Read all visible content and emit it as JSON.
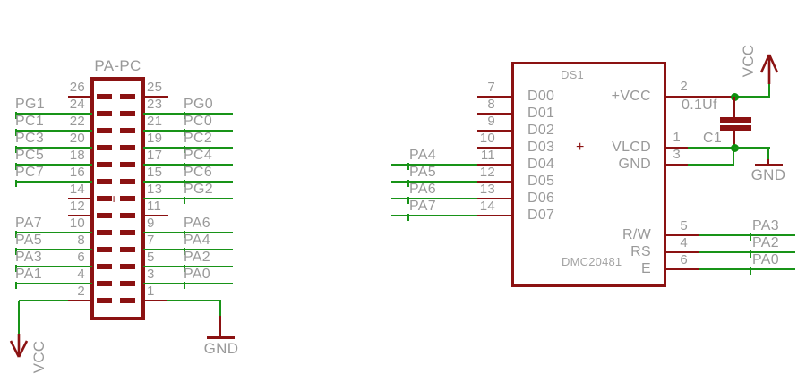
{
  "palette": {
    "component_red": "#8b1212",
    "net_green": "#189318",
    "text_gray": "#999999",
    "junction_green": "#0d8f0d"
  },
  "connector": {
    "title": "PA-PC",
    "plus_mark": "+",
    "rows": [
      {
        "ln": "26",
        "rn": "25",
        "ll": "",
        "rl": ""
      },
      {
        "ln": "24",
        "rn": "23",
        "ll": "PG1",
        "rl": "PG0"
      },
      {
        "ln": "22",
        "rn": "21",
        "ll": "PC1",
        "rl": "PC0"
      },
      {
        "ln": "20",
        "rn": "19",
        "ll": "PC3",
        "rl": "PC2"
      },
      {
        "ln": "18",
        "rn": "17",
        "ll": "PC5",
        "rl": "PC4"
      },
      {
        "ln": "16",
        "rn": "15",
        "ll": "PC7",
        "rl": "PC6"
      },
      {
        "ln": "14",
        "rn": "13",
        "ll": "",
        "rl": "PG2"
      },
      {
        "ln": "12",
        "rn": "11",
        "ll": "",
        "rl": ""
      },
      {
        "ln": "10",
        "rn": "9",
        "ll": "PA7",
        "rl": "PA6"
      },
      {
        "ln": "8",
        "rn": "7",
        "ll": "PA5",
        "rl": "PA4"
      },
      {
        "ln": "6",
        "rn": "5",
        "ll": "PA3",
        "rl": "PA2"
      },
      {
        "ln": "4",
        "rn": "3",
        "ll": "PA1",
        "rl": "PA0"
      },
      {
        "ln": "2",
        "rn": "1",
        "ll": "",
        "rl": ""
      }
    ],
    "vcc_label": "VCC",
    "gnd_label": "GND"
  },
  "ic": {
    "designator": "DS1",
    "part": "DMC20481",
    "plus_mark": "+",
    "left_pins": [
      {
        "num": "7",
        "name": "D00",
        "net": ""
      },
      {
        "num": "8",
        "name": "D01",
        "net": ""
      },
      {
        "num": "9",
        "name": "D02",
        "net": ""
      },
      {
        "num": "10",
        "name": "D03",
        "net": ""
      },
      {
        "num": "11",
        "name": "D04",
        "net": "PA4"
      },
      {
        "num": "12",
        "name": "D05",
        "net": "PA5"
      },
      {
        "num": "13",
        "name": "D06",
        "net": "PA6"
      },
      {
        "num": "14",
        "name": "D07",
        "net": "PA7"
      }
    ],
    "power_pins": [
      {
        "num": "2",
        "name": "+VCC"
      },
      {
        "num": "1",
        "name": "VLCD"
      },
      {
        "num": "3",
        "name": "GND"
      }
    ],
    "control_pins": [
      {
        "num": "5",
        "name": "R/W",
        "net": "PA3"
      },
      {
        "num": "4",
        "name": "RS",
        "net": "PA2"
      },
      {
        "num": "6",
        "name": "E",
        "net": "PA0"
      }
    ],
    "capacitor": {
      "value": "0.1Uf",
      "ref": "C1"
    },
    "vcc_label": "VCC",
    "gnd_label": "GND"
  }
}
